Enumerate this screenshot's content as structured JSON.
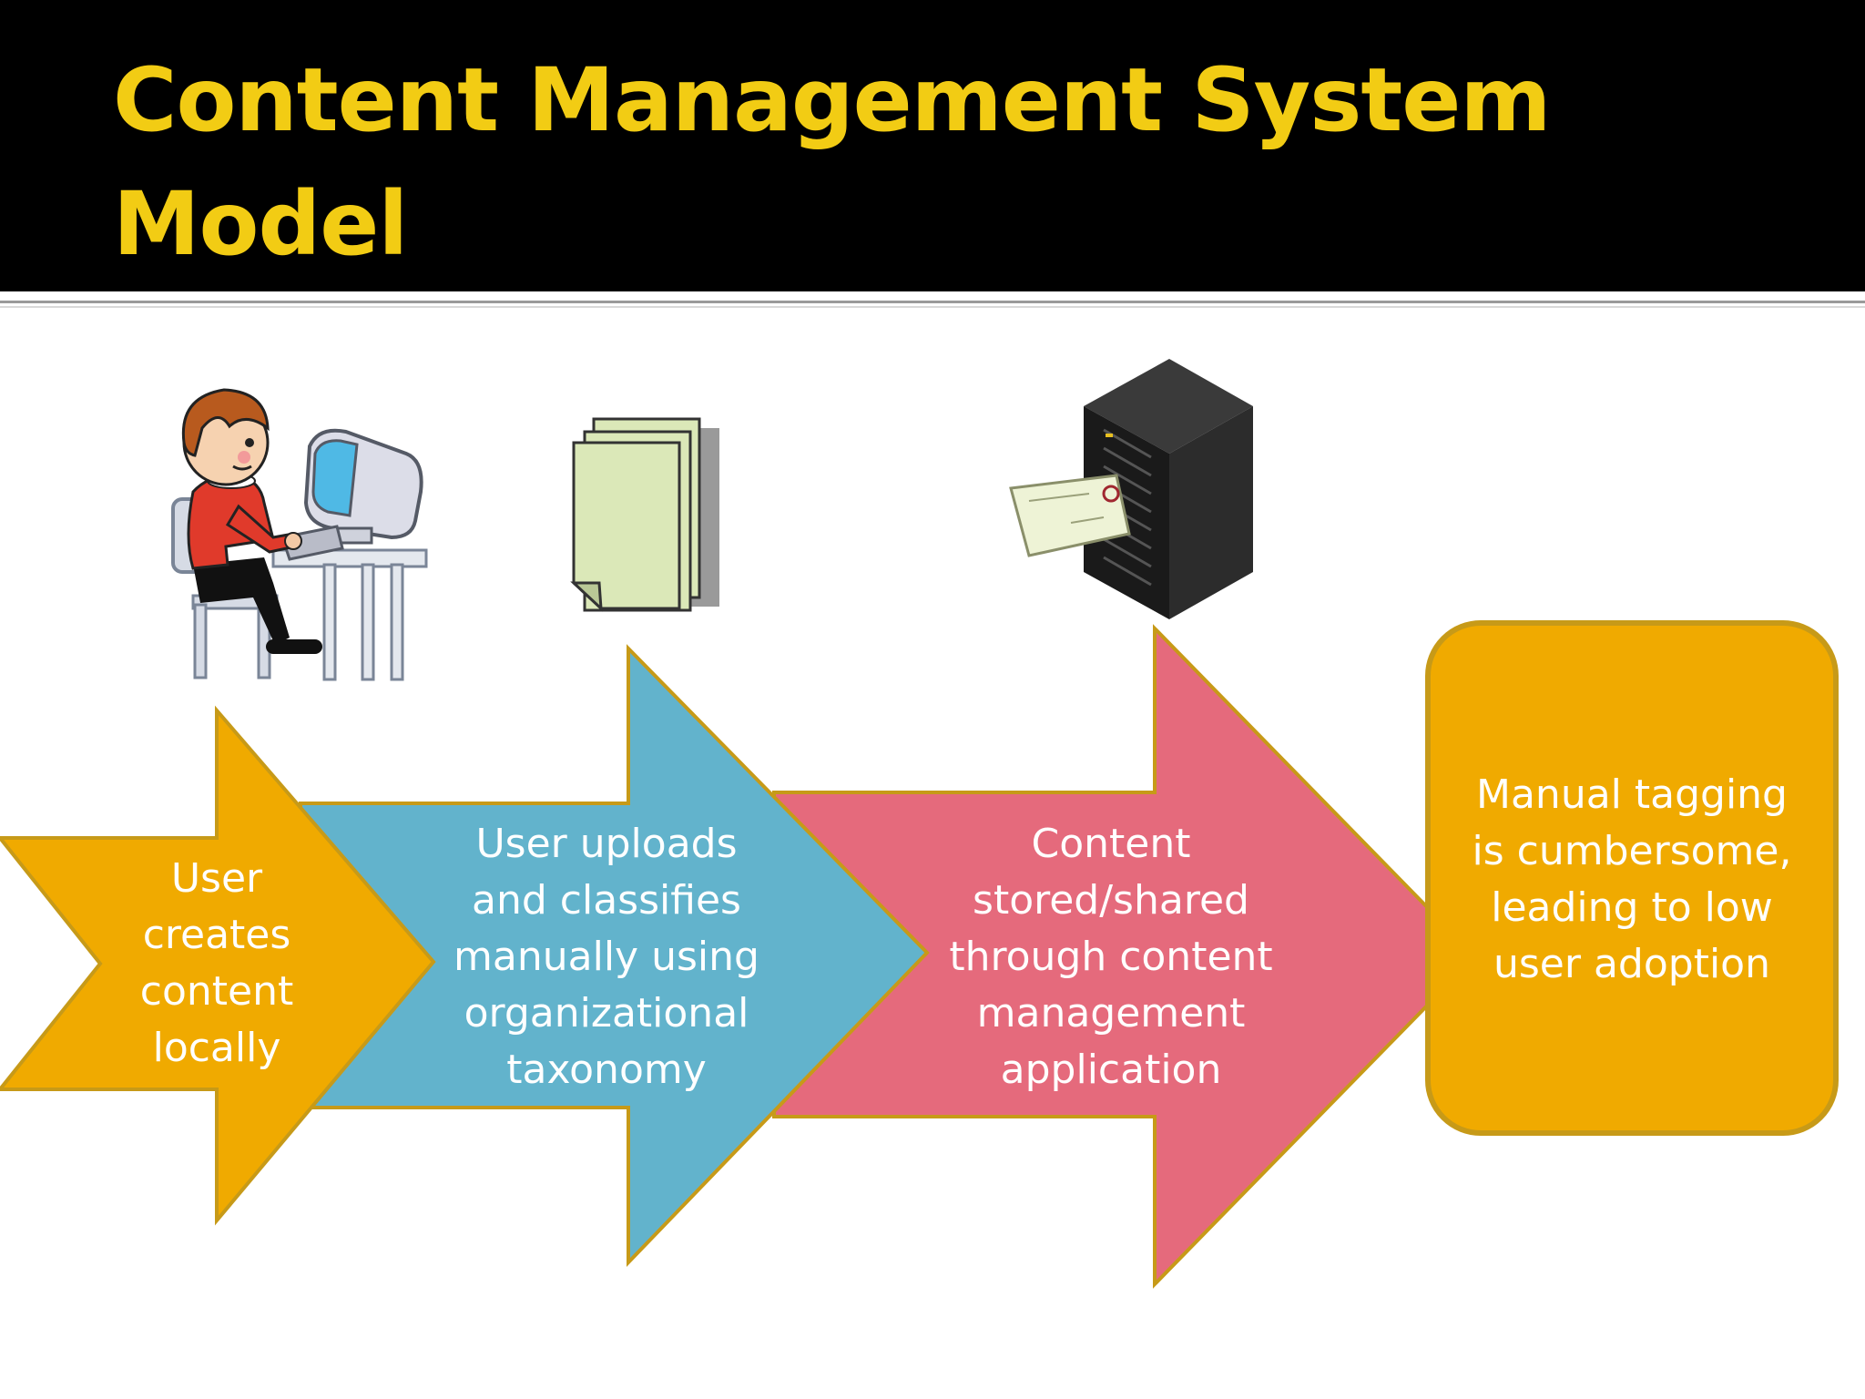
{
  "slide": {
    "title_line1": "Content Management System",
    "title_line2": "Model"
  },
  "steps": [
    {
      "text": "User\ncreates\ncontent\nlocally",
      "color": "#f0aa00",
      "icon": "user-at-computer-icon"
    },
    {
      "text": "User uploads\nand classifies\nmanually using\norganizational\ntaxonomy",
      "color": "#62b3cc",
      "icon": "documents-stack-icon"
    },
    {
      "text": "Content\nstored/shared\nthrough content\nmanagement\napplication",
      "color": "#e56a7c",
      "icon": "server-with-envelope-icon"
    }
  ],
  "outcome": {
    "text": "Manual tagging\nis cumbersome,\nleading to low\nuser adoption",
    "color": "#f0aa00"
  },
  "colors": {
    "title": "#f2cc14",
    "title_background": "#000000",
    "arrow_border": "#c79a18"
  }
}
